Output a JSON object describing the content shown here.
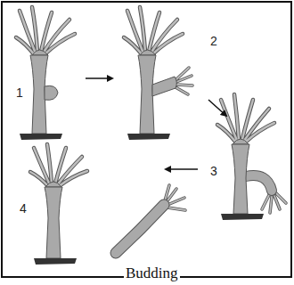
{
  "diagram": {
    "caption": "Budding",
    "labels": [
      "1",
      "2",
      "3",
      "4"
    ]
  }
}
